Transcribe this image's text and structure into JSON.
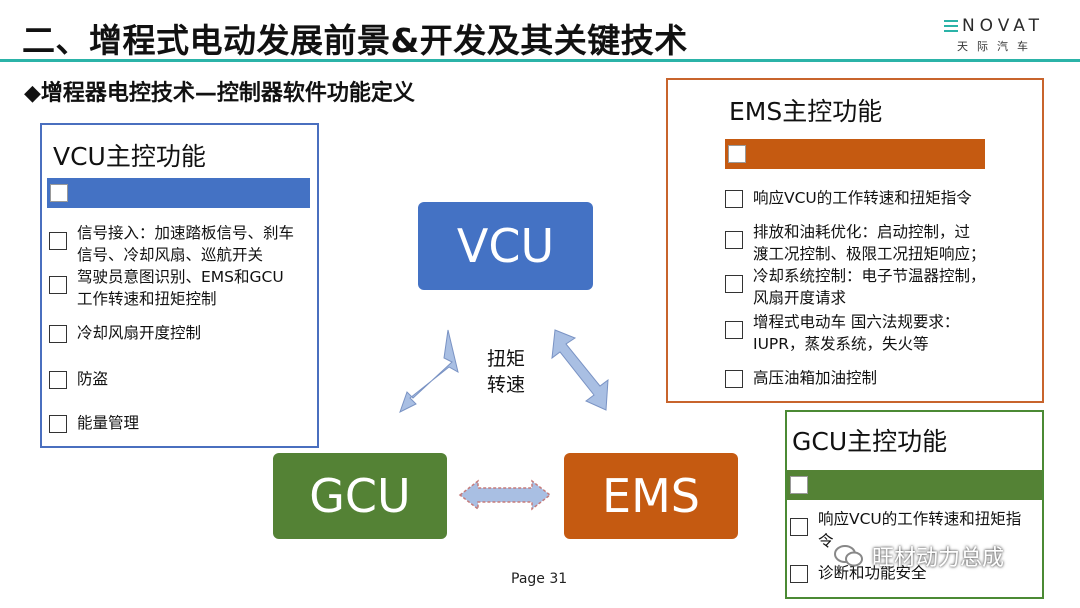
{
  "header": {
    "title": "二、增程式电动发展前景&开发及其关键技术",
    "logo_text": "NOVAT",
    "logo_sub": "天际汽车"
  },
  "subtitle": "◆增程器电控技术—控制器软件功能定义",
  "vcu_panel": {
    "title": "VCU主控功能",
    "items": [
      "信号接入：加速踏板信号、刹车\n信号、冷却风扇、巡航开关",
      "驾驶员意图识别、EMS和GCU\n工作转速和扭矩控制",
      "冷却风扇开度控制",
      "防盗",
      "能量管理"
    ]
  },
  "ems_panel": {
    "title": "EMS主控功能",
    "items": [
      "响应VCU的工作转速和扭矩指令",
      "排放和油耗优化：启动控制，过\n渡工况控制、极限工况扭矩响应；",
      "冷却系统控制：电子节温器控制，\n风扇开度请求",
      "增程式电动车 国六法规要求：\nIUPR，蒸发系统，失火等",
      "高压油箱加油控制"
    ]
  },
  "gcu_panel": {
    "title": "GCU主控功能",
    "items": [
      "响应VCU的工作转速和扭矩指\n令",
      "诊断和功能安全"
    ]
  },
  "diagram": {
    "nodes": {
      "vcu": "VCU",
      "gcu": "GCU",
      "ems": "EMS"
    },
    "arrow_label": "扭矩\n转速"
  },
  "footer": {
    "page": "Page  31"
  },
  "watermark": "旺材动力总成",
  "colors": {
    "vcu": "#4472c4",
    "gcu": "#548235",
    "ems": "#c55a11",
    "arrow": "#a9bfe3",
    "accent": "#2bb3a8"
  }
}
